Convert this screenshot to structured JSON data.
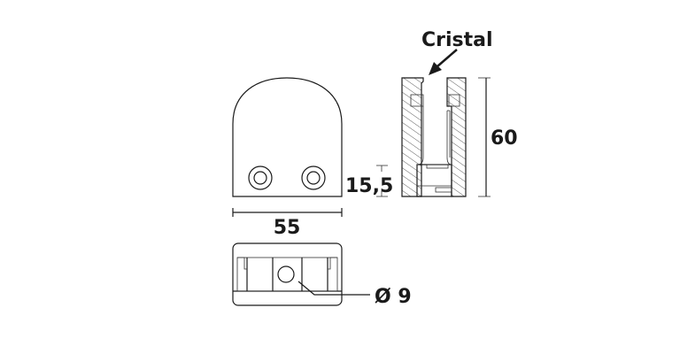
{
  "drawing": {
    "labels": {
      "material": "Cristal",
      "width": "55",
      "height": "60",
      "hole_offset": "15,5",
      "hole_diameter": "Ø 9"
    },
    "colors": {
      "line": "#1a1a1a",
      "background": "#ffffff"
    }
  }
}
